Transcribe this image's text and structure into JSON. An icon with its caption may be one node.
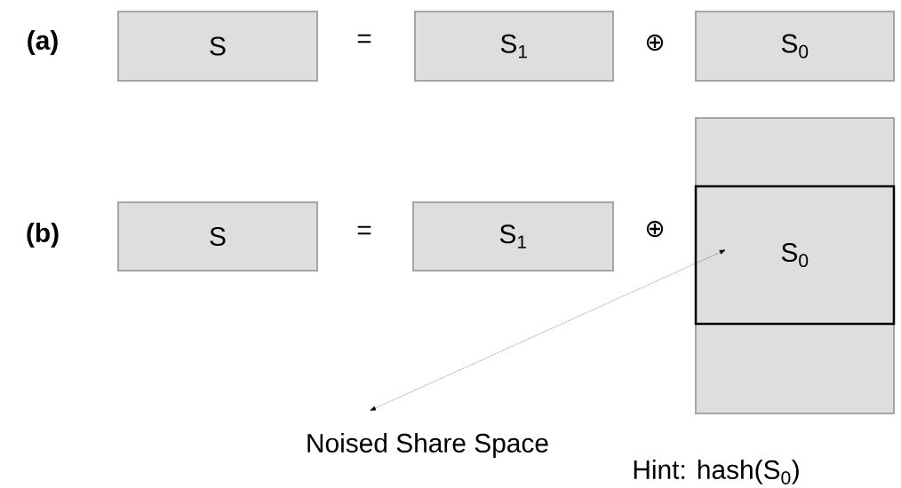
{
  "diagram": {
    "nodes": [
      {
        "text": [
          "S"
        ]
      },
      {
        "text": [
          "S$_{1}$"
        ]
      },
      {
        "text": [
          "S$_{0}$"
        ]
      },
      {
        "text": [
          "S"
        ]
      },
      {
        "text": [
          "S$_{1}$"
        ]
      },
      {
        "text": [],
        "shape": "box",
        "beside": [
          "Hint: hash(S$_{0}$)"
        ]
      },
      {
        "text": [
          "S$_{0}$"
        ],
        "in": 5
      },
      {
        "text": [
          "Noised Share Space"
        ]
      }
    ],
    "edges": [
      {
        "from": 7,
        "to": 6,
        "arrow": "both",
        "style": "dashed"
      }
    ],
    "labels": [
      "(a)",
      "=",
      "⊕",
      "(b)",
      "=",
      "⊕"
    ]
  }
}
